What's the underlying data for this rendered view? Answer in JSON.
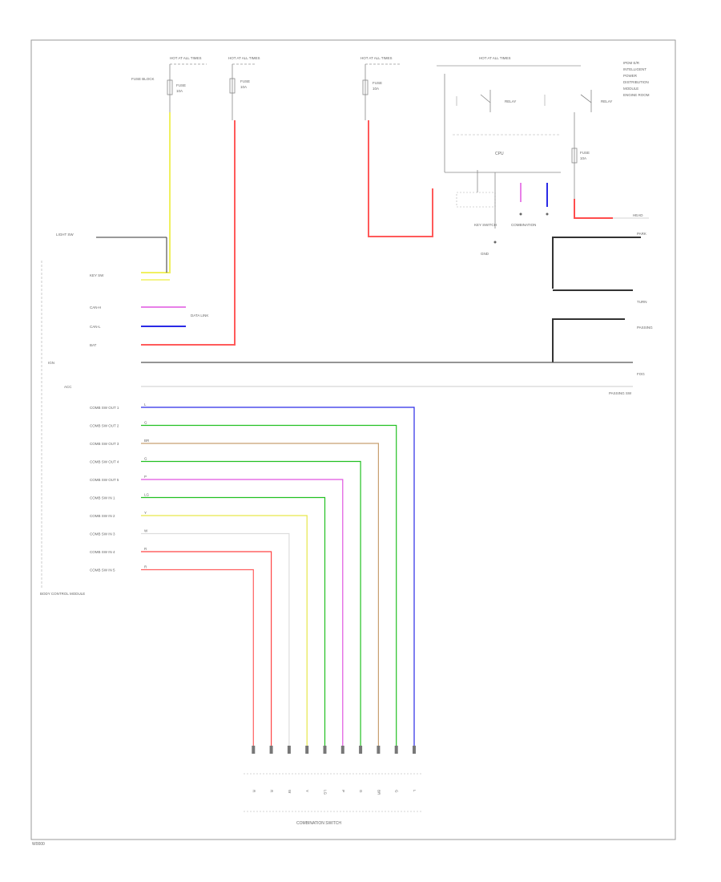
{
  "page": {
    "footer_code": "W0000",
    "bottom_label": "COMBINATION SWITCH"
  },
  "power_sources": [
    {
      "id": "ps1",
      "label": "HOT AT ALL TIMES"
    },
    {
      "id": "ps2",
      "label": "HOT AT ALL TIMES"
    },
    {
      "id": "ps3",
      "label": "HOT AT ALL TIMES"
    },
    {
      "id": "ps4",
      "label": "HOT AT ALL TIMES"
    }
  ],
  "fuses": [
    {
      "id": "f1",
      "label": "FUSE",
      "sub": "10A"
    },
    {
      "id": "f2",
      "label": "FUSE",
      "sub": "10A"
    },
    {
      "id": "f3",
      "label": "FUSE",
      "sub": "10A"
    },
    {
      "id": "f4",
      "label": "FUSE",
      "sub": "10A"
    }
  ],
  "right_block_text": [
    "IPDM E/R",
    "INTELLIGENT",
    "POWER",
    "DISTRIBUTION",
    "MODULE",
    "ENGINE ROOM"
  ],
  "ipdm": {
    "label": "CPU"
  },
  "bcm_labels": {
    "key_switch": "KEY SWITCH",
    "bcm": "BODY CONTROL MODULE"
  },
  "left_connectors": [
    {
      "id": "c1",
      "label": "LIGHT SW",
      "wire": "BLK"
    },
    {
      "id": "c2",
      "label": "KEY SW",
      "wire": "Y"
    },
    {
      "id": "c3",
      "label": "CAN-H",
      "wire": "P"
    },
    {
      "id": "c4",
      "label": "CAN-L",
      "wire": "L"
    },
    {
      "id": "c5",
      "label": "BAT",
      "wire": "R"
    },
    {
      "id": "c6",
      "label": "IGN",
      "wire": "BLK"
    },
    {
      "id": "c7",
      "label": "ACC",
      "wire": "W"
    }
  ],
  "combo_rows": [
    {
      "id": "r1",
      "label": "COMB SW OUT 1",
      "color_name": "L",
      "color": "#2a2ae6"
    },
    {
      "id": "r2",
      "label": "COMB SW OUT 2",
      "color_name": "G",
      "color": "#22c022"
    },
    {
      "id": "r3",
      "label": "COMB SW OUT 3",
      "color_name": "BR",
      "color": "#c8a070"
    },
    {
      "id": "r4",
      "label": "COMB SW OUT 4",
      "color_name": "G",
      "color": "#22c022"
    },
    {
      "id": "r5",
      "label": "COMB SW OUT 5",
      "color_name": "P",
      "color": "#e055e0"
    },
    {
      "id": "r6",
      "label": "COMB SW IN 1",
      "color_name": "LG",
      "color": "#22c022"
    },
    {
      "id": "r7",
      "label": "COMB SW IN 2",
      "color_name": "Y",
      "color": "#e6e64a"
    },
    {
      "id": "r8",
      "label": "COMB SW IN 3",
      "color_name": "W",
      "color": "#dddddd"
    },
    {
      "id": "r9",
      "label": "COMB SW IN 4",
      "color_name": "R",
      "color": "#ff4444"
    },
    {
      "id": "r10",
      "label": "COMB SW IN 5",
      "color_name": "R",
      "color": "#ff6060"
    }
  ],
  "wire_colors": {
    "yellow": "#f0f060",
    "red": "#ff4d4d",
    "pink": "#ff7070",
    "blue": "#2a2ae6",
    "purple": "#8040c0",
    "black": "#333333",
    "gray": "#cccccc",
    "frame": "#888888"
  },
  "right_labels": [
    {
      "id": "rl1",
      "label": "HEAD"
    },
    {
      "id": "rl2",
      "label": "PARK"
    },
    {
      "id": "rl3",
      "label": "TURN"
    },
    {
      "id": "rl4",
      "label": "PASSING"
    },
    {
      "id": "rl5",
      "label": "FOG"
    }
  ]
}
